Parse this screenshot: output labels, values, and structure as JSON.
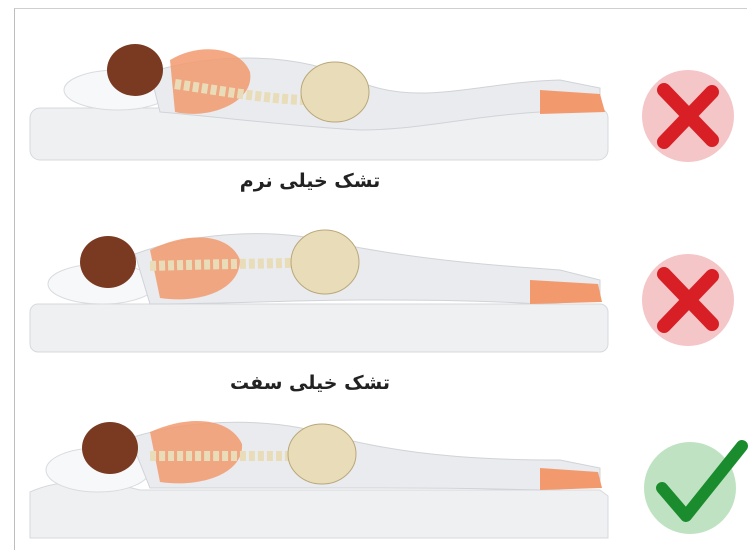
{
  "scenes": [
    {
      "verdict": "incorrect",
      "badge_icon": "cross-icon",
      "badge_color": "#d81f26",
      "halo_color": "#f4c6c8"
    },
    {
      "verdict": "incorrect",
      "badge_icon": "cross-icon",
      "badge_color": "#d81f26",
      "halo_color": "#f4c6c8"
    },
    {
      "verdict": "correct",
      "badge_icon": "check-icon",
      "badge_color": "#1a8c2e",
      "halo_color": "#bfe3c2"
    }
  ],
  "captions": {
    "too_soft": "تشک خیلی نرم",
    "too_firm": "تشک خیلی سفت"
  },
  "colors": {
    "mattress": "#eef0f2",
    "body": "#e9ebee",
    "skin_highlight": "#f29a6e",
    "hair": "#7a3a22",
    "bone": "#e8ddb8"
  }
}
